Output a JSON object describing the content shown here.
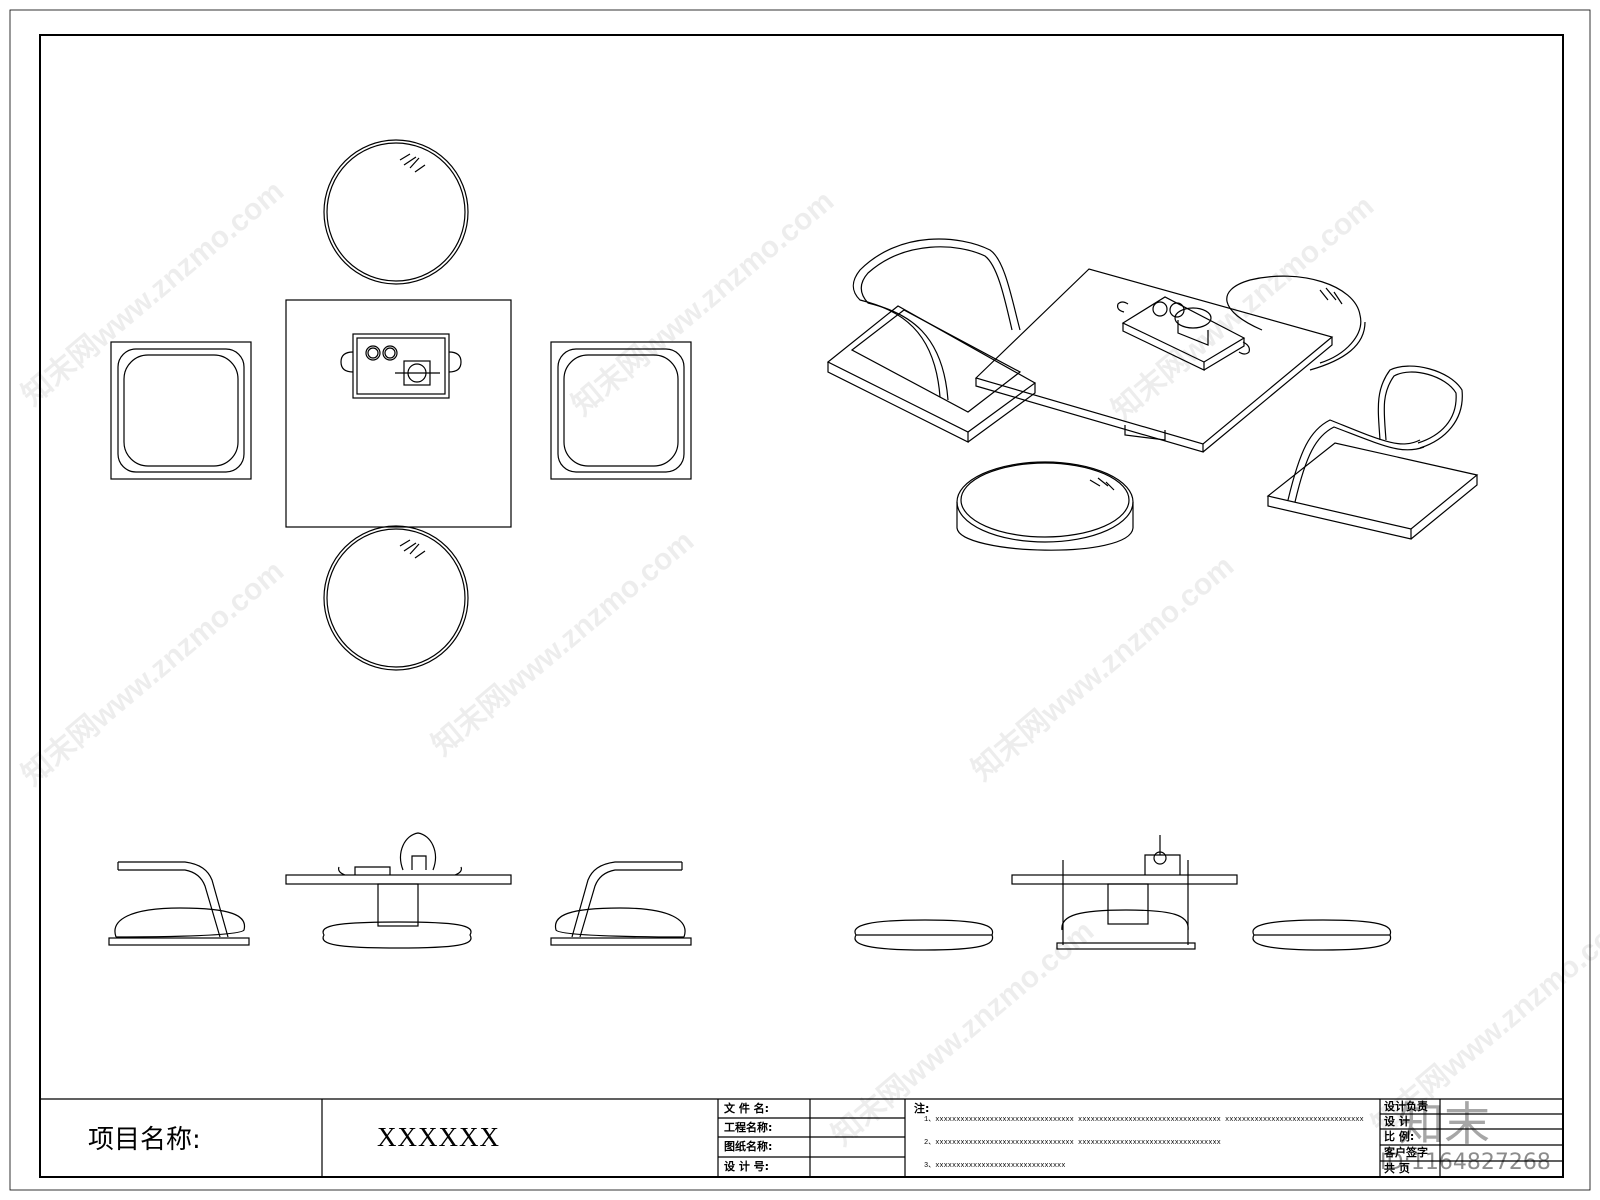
{
  "title_block": {
    "project_label": "项目名称:",
    "project_value": "XXXXXX",
    "fields_left": [
      "文 件 名:",
      "工程名称:",
      "图纸名称:",
      "设 计 号:"
    ],
    "notes_label": "注:",
    "notes": [
      "1、xxxxxxxxxxxxxxxxxxxxxxxxxxxxxxxxx      xxxxxxxxxxxxxxxxxxxxxxxxxxxxxxxxxx      xxxxxxxxxxxxxxxxxxxxxxxxxxxxxxxxx",
      "2、xxxxxxxxxxxxxxxxxxxxxxxxxxxxxxxxx      xxxxxxxxxxxxxxxxxxxxxxxxxxxxxxxxxx",
      "3、xxxxxxxxxxxxxxxxxxxxxxxxxxxxxxx"
    ],
    "fields_right": [
      "设计负责",
      "设 计",
      "比 例:",
      "客户签字",
      "共   页"
    ]
  },
  "watermark": {
    "text": "知末网www.znzmo.com",
    "brand": "知末",
    "id": "ID:1164827268"
  }
}
